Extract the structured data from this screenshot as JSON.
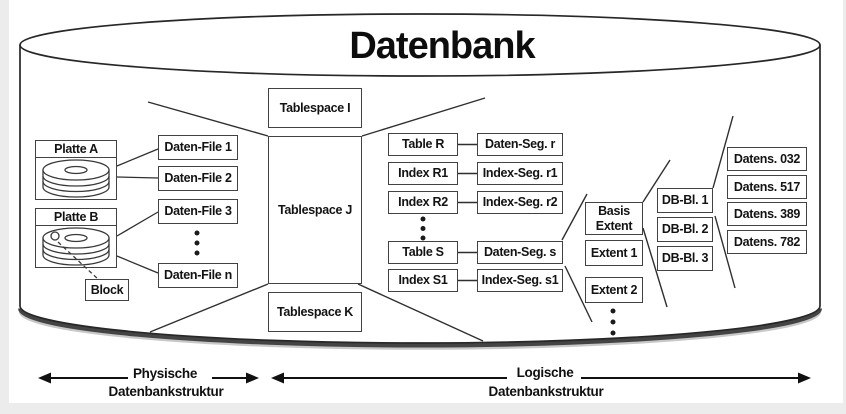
{
  "page": {
    "title": "Datenbank"
  },
  "physical": {
    "disk_a": "Platte A",
    "disk_b": "Platte B",
    "block": "Block",
    "data_files": [
      "Daten-File 1",
      "Daten-File 2",
      "Daten-File 3",
      "Daten-File n"
    ]
  },
  "tablespaces": [
    "Tablespace I",
    "Tablespace J",
    "Tablespace K"
  ],
  "schema_objects": [
    {
      "name": "Table R",
      "segment": "Daten-Seg. r"
    },
    {
      "name": "Index R1",
      "segment": "Index-Seg. r1"
    },
    {
      "name": "Index R2",
      "segment": "Index-Seg. r2"
    },
    {
      "name": "Table S",
      "segment": "Daten-Seg. s"
    },
    {
      "name": "Index S1",
      "segment": "Index-Seg. s1"
    }
  ],
  "extents": [
    "Basis Extent",
    "Extent 1",
    "Extent 2"
  ],
  "db_blocks": [
    "DB-Bl. 1",
    "DB-Bl. 2",
    "DB-Bl. 3"
  ],
  "records": [
    "Datens. 032",
    "Datens. 517",
    "Datens. 389",
    "Datens. 782"
  ],
  "legend": {
    "physical_line1": "Physische",
    "physical_line2": "Datenbankstruktur",
    "logical_line1": "Logische",
    "logical_line2": "Datenbankstruktur"
  },
  "colors": {
    "ink": "#2f2f2f",
    "box_border": "#424242",
    "background": "#ffffff",
    "page_background": "#ececec"
  }
}
